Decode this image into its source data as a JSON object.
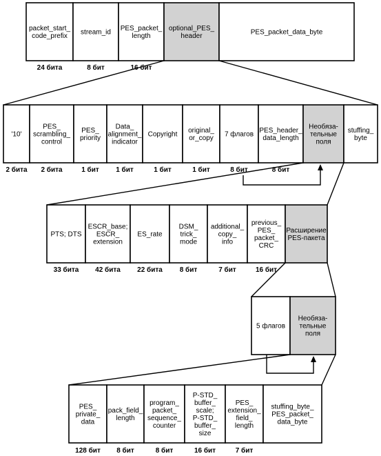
{
  "colors": {
    "shaded": "#d2d2d2",
    "line": "#000000",
    "background": "#ffffff"
  },
  "row1": [
    {
      "label": [
        "packet_start_",
        "code_prefix"
      ],
      "bits": "24 бита",
      "shaded": false
    },
    {
      "label": [
        "stream_id"
      ],
      "bits": "8 бит",
      "shaded": false
    },
    {
      "label": [
        "PES_packet_",
        "length"
      ],
      "bits": "16 бит",
      "shaded": false
    },
    {
      "label": [
        "optional_PES_",
        "header"
      ],
      "bits": "",
      "shaded": true
    },
    {
      "label": [
        "PES_packet_data_byte"
      ],
      "bits": "",
      "shaded": false
    }
  ],
  "row2": [
    {
      "label": [
        "'10'"
      ],
      "bits": "2 бита",
      "shaded": false
    },
    {
      "label": [
        "PES_",
        "scrambling_",
        "control"
      ],
      "bits": "2 бита",
      "shaded": false
    },
    {
      "label": [
        "PES_",
        "priority"
      ],
      "bits": "1 бит",
      "shaded": false
    },
    {
      "label": [
        "Data_",
        "alignment_",
        "indicator"
      ],
      "bits": "1 бит",
      "shaded": false
    },
    {
      "label": [
        "Copyright"
      ],
      "bits": "1 бит",
      "shaded": false
    },
    {
      "label": [
        "original_",
        "or_copy"
      ],
      "bits": "1 бит",
      "shaded": false
    },
    {
      "label": [
        "7 флагов"
      ],
      "bits": "8 бит",
      "shaded": false
    },
    {
      "label": [
        "PES_header_",
        "data_length"
      ],
      "bits": "8 бит",
      "shaded": false
    },
    {
      "label": [
        "Необяза-",
        "тельные",
        "поля"
      ],
      "bits": "",
      "shaded": true
    },
    {
      "label": [
        "stuffing_",
        "byte"
      ],
      "bits": "",
      "shaded": false
    }
  ],
  "row3": [
    {
      "label": [
        "PTS; DTS"
      ],
      "bits": "33 бита",
      "shaded": false
    },
    {
      "label": [
        "ESCR_base;",
        "ESCR_",
        "extension"
      ],
      "bits": "42 бита",
      "shaded": false
    },
    {
      "label": [
        "ES_rate"
      ],
      "bits": "22 бита",
      "shaded": false
    },
    {
      "label": [
        "DSM_",
        "trick_",
        "mode"
      ],
      "bits": "8 бит",
      "shaded": false
    },
    {
      "label": [
        "additional_",
        "copy_",
        "info"
      ],
      "bits": "7 бит",
      "shaded": false
    },
    {
      "label": [
        "previous_",
        "PES_",
        "packet_",
        "CRC"
      ],
      "bits": "16 бит",
      "shaded": false
    },
    {
      "label": [
        "Расширение",
        "PES-пакета"
      ],
      "bits": "",
      "shaded": true
    }
  ],
  "row4": [
    {
      "label": [
        "5 флагов"
      ],
      "bits": "",
      "shaded": false
    },
    {
      "label": [
        "Необяза-",
        "тельные",
        "поля"
      ],
      "bits": "",
      "shaded": true
    }
  ],
  "row5": [
    {
      "label": [
        "PES_",
        "private_",
        "data"
      ],
      "bits": "128 бит",
      "shaded": false
    },
    {
      "label": [
        "pack_field_",
        "length"
      ],
      "bits": "8 бит",
      "shaded": false
    },
    {
      "label": [
        "program_",
        "packet_",
        "sequence_",
        "counter"
      ],
      "bits": "8 бит",
      "shaded": false
    },
    {
      "label": [
        "P-STD_",
        "buffer_",
        "scale;",
        "P-STD_",
        "buffer_",
        "size"
      ],
      "bits": "16 бит",
      "shaded": false
    },
    {
      "label": [
        "PES_",
        "extension_",
        "field_",
        "length"
      ],
      "bits": "7 бит",
      "shaded": false
    },
    {
      "label": [
        "stuffing_byte_",
        "PES_packet_",
        "data_byte"
      ],
      "bits": "",
      "shaded": false
    }
  ]
}
